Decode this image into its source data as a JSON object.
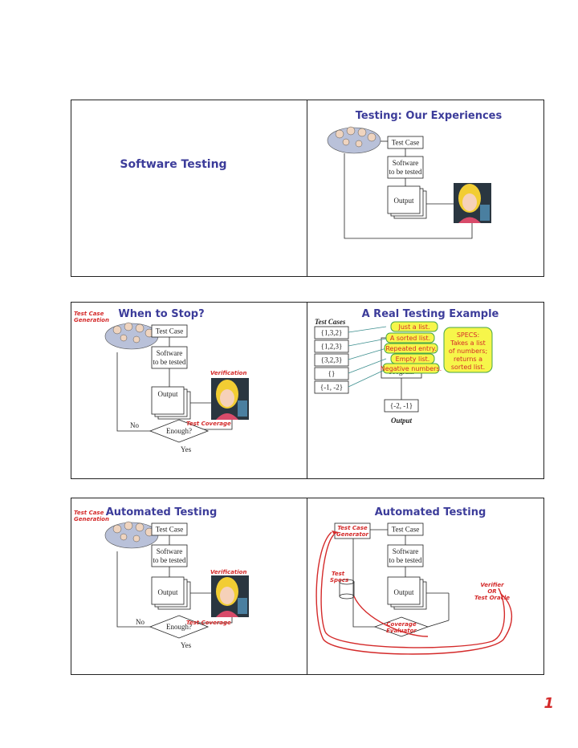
{
  "page_number": "1",
  "slides": {
    "s1": {
      "title": "Software Testing"
    },
    "s2": {
      "title": "Testing: Our Experiences",
      "test_case": "Test Case",
      "software_1": "Software",
      "software_2": "to be tested",
      "output": "Output"
    },
    "s3": {
      "title": "When to Stop?",
      "tcg_1": "Test Case",
      "tcg_2": "Generation",
      "test_case": "Test Case",
      "software_1": "Software",
      "software_2": "to be tested",
      "verification": "Verification",
      "output": "Output",
      "no": "No",
      "test_coverage": "Test Coverage",
      "enough": "Enough?",
      "yes": "Yes"
    },
    "s4": {
      "title": "A Real Testing Example",
      "test_cases_label": "Test Cases",
      "cases": [
        "{1,3,2}",
        "{1,2,3}",
        "{3,2,3}",
        "{}",
        "{-1, -2}"
      ],
      "notes": [
        "Just a list.",
        "A sorted list.",
        "Repeated entry.",
        "Empty list.",
        "Negative numbers."
      ],
      "specs": [
        "SPECS:",
        "Takes a list",
        "of numbers;",
        "returns a",
        "sorted list."
      ],
      "program": "Program",
      "output_value": "{-2, -1}",
      "output_label": "Output"
    },
    "s5": {
      "title": "Automated Testing",
      "tcg_1": "Test Case",
      "tcg_2": "Generation",
      "test_case": "Test Case",
      "software_1": "Software",
      "software_2": "to be tested",
      "verification": "Verification",
      "output": "Output",
      "no": "No",
      "test_coverage": "Test Coverage",
      "enough": "Enough?",
      "yes": "Yes"
    },
    "s6": {
      "title": "Automated Testing",
      "generator_1": "Test Case",
      "generator_2": "Generator",
      "test_case": "Test Case",
      "software_1": "Software",
      "software_2": "to be tested",
      "specs_1": "Test",
      "specs_2": "Specs",
      "output": "Output",
      "verifier_1": "Verifier",
      "verifier_2": "OR",
      "verifier_3": "Test Oracle",
      "coverage_1": "Coverage",
      "coverage_2": "Evaluator"
    }
  }
}
